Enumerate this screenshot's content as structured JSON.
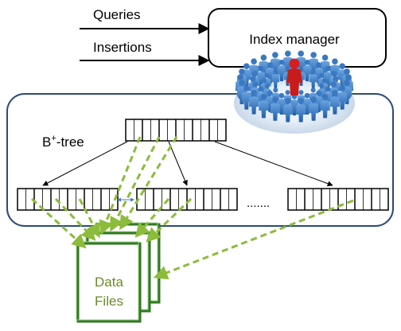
{
  "inputs": {
    "queries_label": "Queries",
    "insertions_label": "Insertions"
  },
  "index_manager": {
    "label": "Index manager"
  },
  "tree": {
    "label_prefix": "B",
    "label_superscript": "+",
    "label_suffix": "-tree",
    "ellipsis": "......."
  },
  "data_files": {
    "line1": "Data",
    "line2": "Files"
  },
  "image": {
    "icon": "crowd-around-leader-icon",
    "description_colors": {
      "crowd": "#3a78c2",
      "leader": "#d42020"
    }
  },
  "colors": {
    "container_border": "#2b4a7a",
    "pointer_dashed": "#8dbb3b",
    "file_border": "#3c8f2a",
    "file_text": "#6b8a2a"
  }
}
